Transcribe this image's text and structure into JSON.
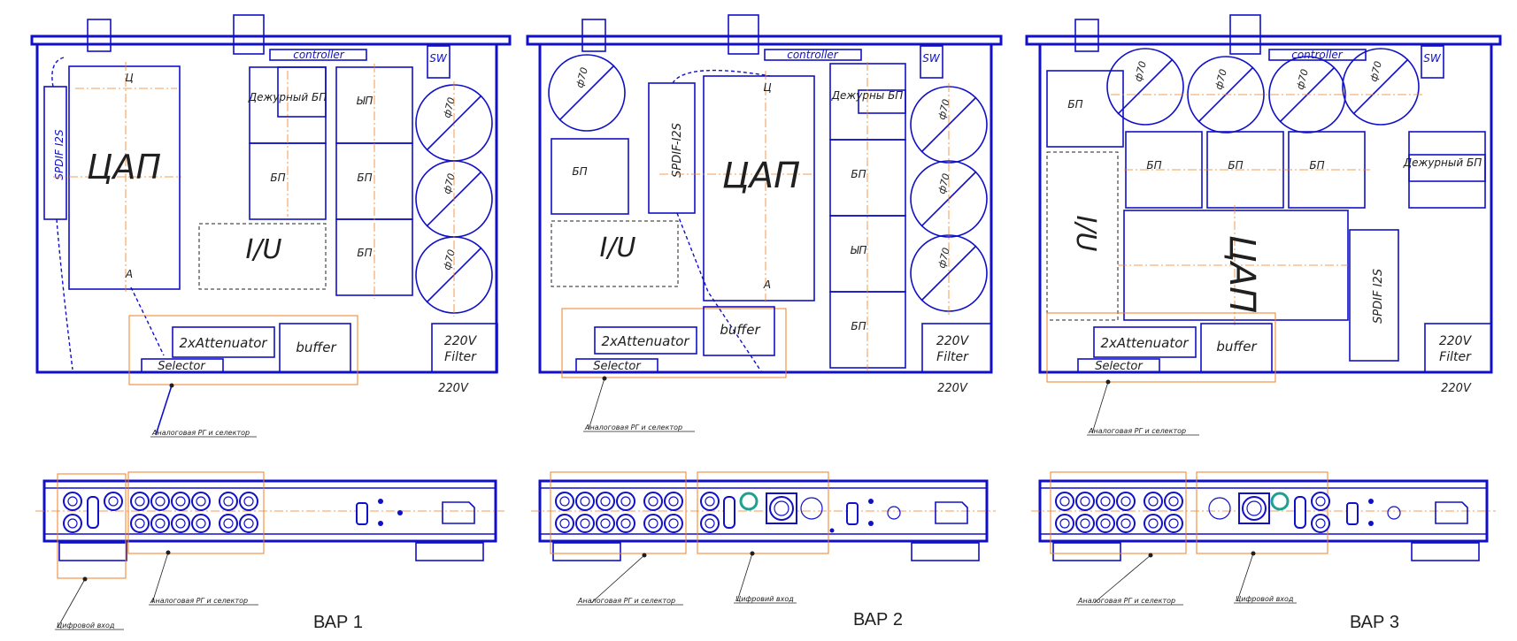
{
  "labels": {
    "controller": "controller",
    "sw": "SW",
    "spdif": "SPDIF I2S",
    "spdif_v2": "SPDIF-I2S",
    "dac": "ЦАП",
    "dac_top": "Ц",
    "dac_bottom": "A",
    "standby_psu": "Дежурный БП",
    "standby_psu_short": "Дежурны БП",
    "psu": "БП",
    "psu_alt": "ЫП",
    "iu": "I/U",
    "cap": "ф70",
    "attenuator": "2xAttenuator",
    "buffer": "buffer",
    "selector": "Selector",
    "filter_top": "220V",
    "filter_bottom": "Filter",
    "mains": "220V",
    "analog_note": "Аналоговая РГ и селектор",
    "analog_note_v3": "Аналоговая РГ и селектор",
    "digital_note": "Цифровой вход",
    "digital_note_v2": "Цифровий вход"
  },
  "variants": [
    {
      "name": "ВАР 1"
    },
    {
      "name": "ВАР 2"
    },
    {
      "name": "ВАР 3"
    }
  ]
}
